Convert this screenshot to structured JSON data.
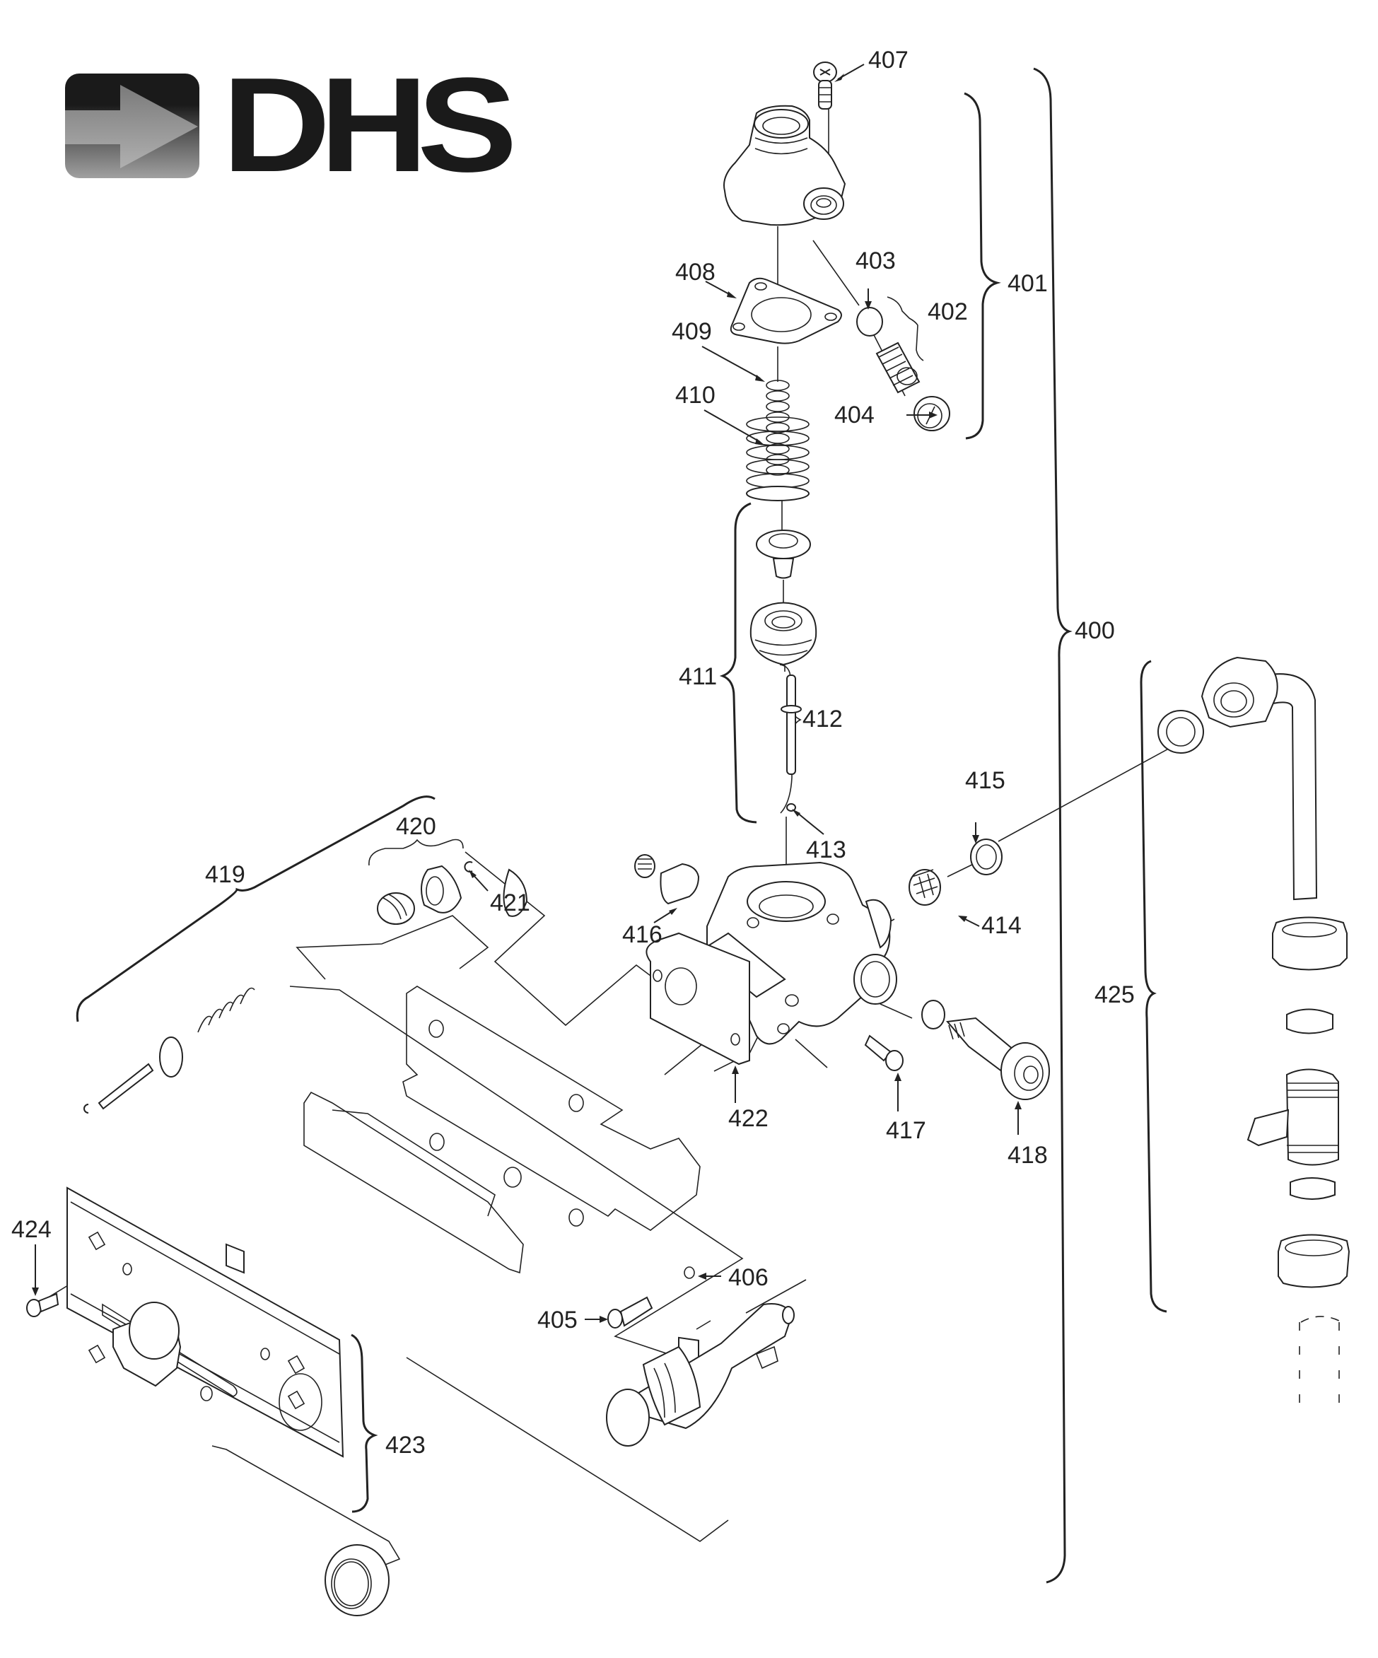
{
  "logo": {
    "text": "DHS",
    "icon": "arrow-right-icon"
  },
  "diagram": {
    "title": "Gas valve / water section exploded parts diagram",
    "callouts": {
      "p400": "400",
      "p401": "401",
      "p402": "402",
      "p403": "403",
      "p404": "404",
      "p405": "405",
      "p406": "406",
      "p407": "407",
      "p408": "408",
      "p409": "409",
      "p410": "410",
      "p411": "411",
      "p412": "412",
      "p413": "413",
      "p414": "414",
      "p415": "415",
      "p416": "416",
      "p417": "417",
      "p418": "418",
      "p419": "419",
      "p420": "420",
      "p421": "421",
      "p422": "422",
      "p423": "423",
      "p424": "424",
      "p425": "425"
    },
    "groups": [
      {
        "id": "400",
        "contains": [
          "401",
          "402",
          "403",
          "404",
          "405",
          "406",
          "407",
          "408",
          "409",
          "410",
          "411",
          "412",
          "413",
          "414",
          "415",
          "416",
          "417",
          "418",
          "419",
          "420",
          "421",
          "422",
          "423",
          "424"
        ]
      },
      {
        "id": "401",
        "contains": [
          "402",
          "403",
          "404",
          "407",
          "408",
          "409",
          "410"
        ]
      },
      {
        "id": "402",
        "contains": [
          "403",
          "404"
        ]
      },
      {
        "id": "411",
        "contains": [
          "412",
          "413"
        ]
      },
      {
        "id": "419",
        "contains": [
          "420",
          "421"
        ]
      },
      {
        "id": "423",
        "contains": []
      },
      {
        "id": "425",
        "contains": []
      }
    ]
  }
}
